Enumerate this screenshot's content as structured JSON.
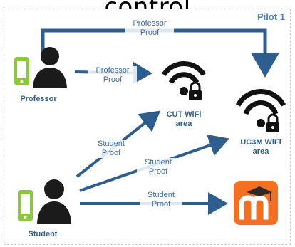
{
  "heading": "control",
  "pilot_tag": "Pilot 1",
  "nodes": {
    "professor": "Professor",
    "student": "Student",
    "cut_wifi": "CUT WiFi\narea",
    "uc3m_wifi": "UC3M WiFi\narea"
  },
  "edges": {
    "prof_to_uc3m": "Professor\nProof",
    "prof_to_cut": "Professor\nProof",
    "student_to_cut": "Student\nProof",
    "student_to_uc3m": "Student\nProof",
    "student_to_moodle": "Student\nProof"
  },
  "colors": {
    "arrow": "#2d5e8e",
    "phone": "#8dc63f",
    "moodle": "#f37021",
    "person": "#1b1b1b"
  }
}
